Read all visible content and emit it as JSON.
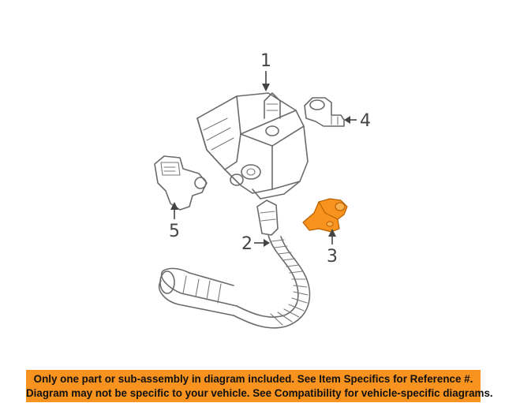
{
  "callouts": {
    "c1": "1",
    "c2": "2",
    "c3": "3",
    "c4": "4",
    "c5": "5"
  },
  "highlight_color": "#f7931e",
  "banner": {
    "line1": "Only one part or sub-assembly in diagram included. See Item Specifics for Reference #.",
    "line2": "Diagram may not be specific to your vehicle. See Compatibility for vehicle-specific diagrams."
  }
}
